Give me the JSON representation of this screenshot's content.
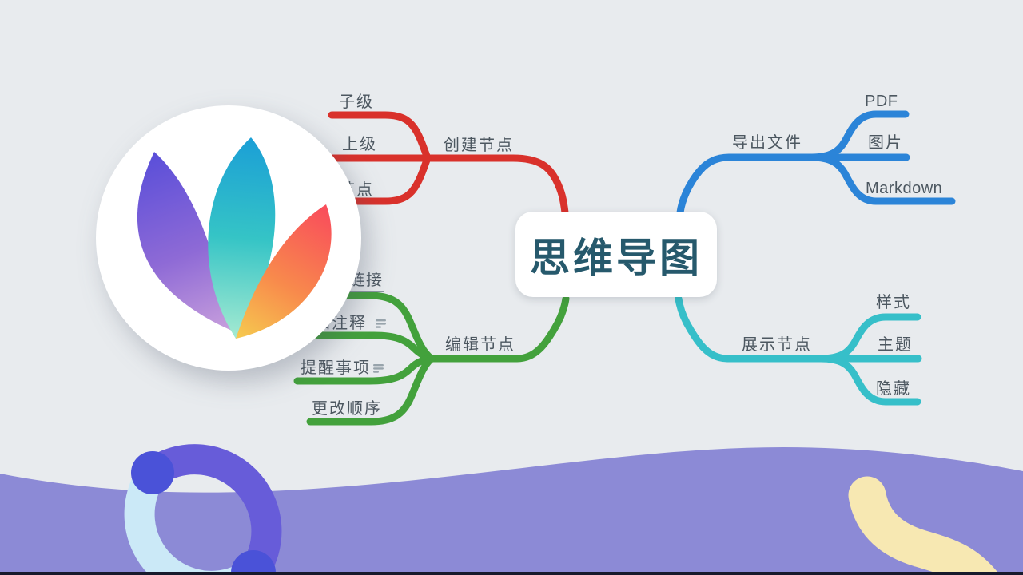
{
  "center": {
    "title": "思维导图",
    "title_color": "#26596C",
    "node_bg": "#FFFFFF"
  },
  "branches": {
    "create": {
      "label": "创建节点",
      "color": "#D9312B",
      "children": [
        {
          "label": "子级"
        },
        {
          "label": "上级"
        },
        {
          "label": "节点",
          "clipped_by_logo": true
        }
      ]
    },
    "export": {
      "label": "导出文件",
      "color": "#2B84D8",
      "children": [
        {
          "label": "PDF"
        },
        {
          "label": "图片"
        },
        {
          "label": "Markdown"
        }
      ]
    },
    "edit": {
      "label": "编辑节点",
      "color": "#43A13C",
      "children": [
        {
          "label": "链接",
          "underlined": true,
          "clipped_by_logo": true
        },
        {
          "label": "加注释",
          "has_note_icon": true,
          "clipped_by_logo": true
        },
        {
          "label": "提醒事项",
          "has_note_icon": true
        },
        {
          "label": "更改顺序"
        }
      ]
    },
    "display": {
      "label": "展示节点",
      "color": "#36BFC9",
      "children": [
        {
          "label": "样式"
        },
        {
          "label": "主题"
        },
        {
          "label": "隐藏"
        }
      ]
    }
  },
  "style": {
    "background": "#E8EBEE",
    "label_text_color": "#4C5760",
    "line_width": 9
  },
  "decorations": {
    "wave_color": "#8C8AD6",
    "bottom_bar_color": "#171A2C",
    "ring": {
      "arc_purple": "#675CD9",
      "arc_light": "#CBE9F7",
      "caps": "#4A52D8"
    },
    "squiggle_color": "#F7E8B2",
    "logo": {
      "circle_fill": "#FFFFFF",
      "leaf_purple_top": "#5B4FD9",
      "leaf_purple_bottom": "#C79EDC",
      "leaf_teal_top": "#1B9FD6",
      "leaf_teal_bottom": "#A5EAD1",
      "leaf_red_top": "#F94F5B",
      "leaf_red_bottom": "#F6C94F"
    }
  }
}
